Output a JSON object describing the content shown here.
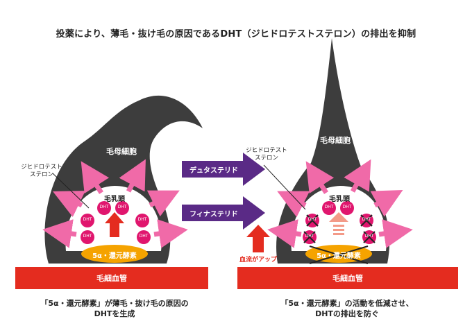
{
  "title": "投薬により、薄毛・抜け毛の原因であるDHT（ジヒドロテストステロン）の排出を抑制",
  "left": {
    "cell_label": "毛母細胞",
    "dht_label": "ジヒドロテスト\nステロン",
    "papilla_label": "毛乳頭",
    "dht_token": "DHT",
    "enzyme_label": "5α・還元酵素",
    "vessel_label": "毛細血管",
    "caption_line1": "「5α・還元酵素」が薄毛・抜け毛の原因の",
    "caption_line2": "DHTを生成"
  },
  "middle": {
    "drug1": "デュタステリド",
    "drug2": "フィナステリド",
    "blood_label": "血流がアップ"
  },
  "right": {
    "cell_label": "毛母細胞",
    "dht_label": "ジヒドロテスト\nステロン",
    "papilla_label": "毛乳頭",
    "dht_token": "DHT",
    "enzyme_label": "5α・還元酵素",
    "vessel_label": "毛細血管",
    "caption_line1": "「5α・還元酵素」の活動を低減させ、",
    "caption_line2": "DHTの排出を防ぐ"
  },
  "colors": {
    "hair": "#3d3d3d",
    "vessel": "#e42c1f",
    "arrow_pink": "#f06aa8",
    "dht_circle": "#e0166e",
    "enzyme": "#f5a300",
    "drug_arrow": "#5a2a86",
    "blood_arrow": "#e42c1f"
  }
}
